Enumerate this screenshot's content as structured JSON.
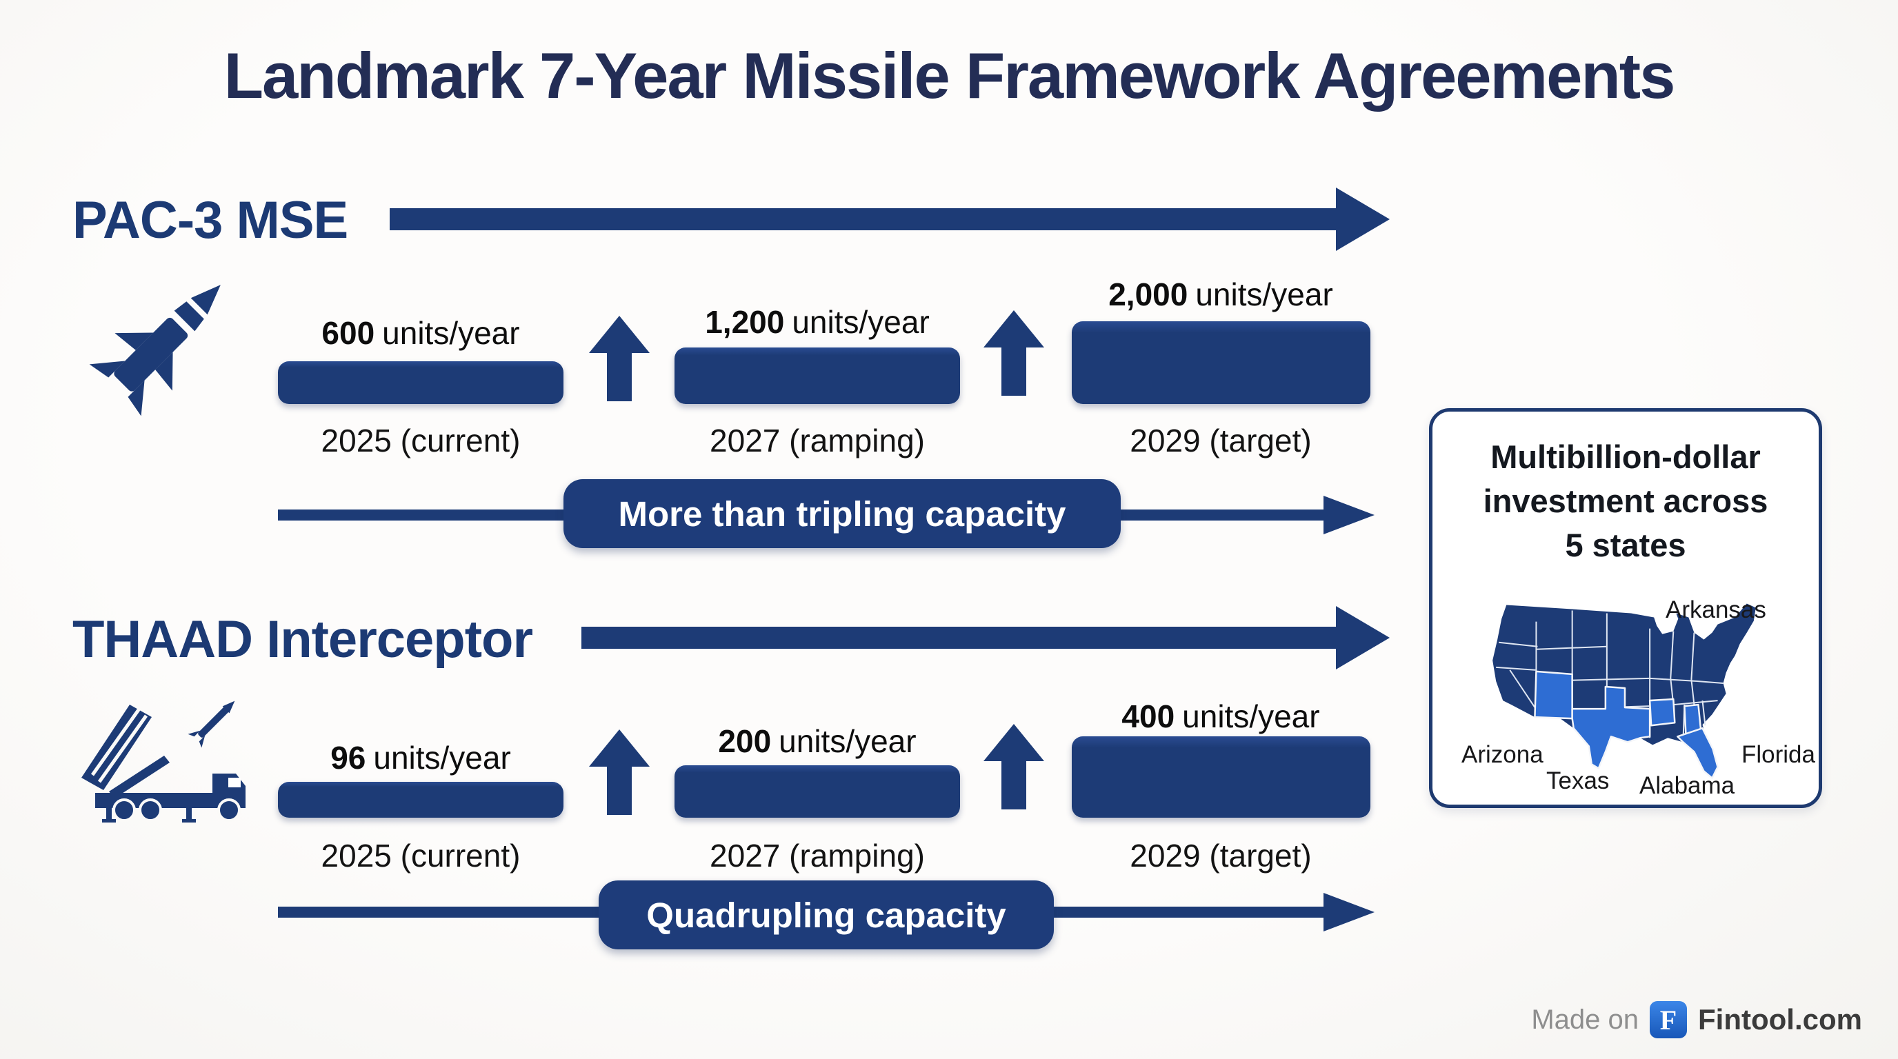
{
  "title": "Landmark 7-Year Missile Framework Agreements",
  "sections": [
    {
      "label": "PAC-3 MSE",
      "banner": "More than tripling capacity",
      "stages": [
        {
          "amount": "600",
          "unit": "units/year",
          "year": "2025 (current)"
        },
        {
          "amount": "1,200",
          "unit": "units/year",
          "year": "2027 (ramping)"
        },
        {
          "amount": "2,000",
          "unit": "units/year",
          "year": "2029 (target)"
        }
      ]
    },
    {
      "label": "THAAD Interceptor",
      "banner": "Quadrupling capacity",
      "stages": [
        {
          "amount": "96",
          "unit": "units/year",
          "year": "2025 (current)"
        },
        {
          "amount": "200",
          "unit": "units/year",
          "year": "2027 (ramping)"
        },
        {
          "amount": "400",
          "unit": "units/year",
          "year": "2029 (target)"
        }
      ]
    }
  ],
  "sidebar": {
    "title": "Multibillion-dollar investment across 5 states",
    "title_lines": [
      "Multibillion-dollar",
      "investment across",
      "5 states"
    ],
    "state_labels": [
      "Arkansas",
      "Arizona",
      "Texas",
      "Alabama",
      "Florida"
    ]
  },
  "footer": {
    "made_on": "Made on",
    "logo_letter": "F",
    "brand": "Fintool.com"
  },
  "colors": {
    "navy": "#1d3b76",
    "banner_navy": "#1e3c7a",
    "title_navy": "#232d55",
    "map_highlight_blue": "#2e6dd3",
    "card_border_navy": "#1e3a70",
    "footer_logo_blue": "#1f63c8"
  },
  "chart_data": [
    {
      "type": "bar",
      "title": "PAC-3 MSE annual production capacity",
      "categories": [
        "2025 (current)",
        "2027 (ramping)",
        "2029 (target)"
      ],
      "values": [
        600,
        1200,
        2000
      ],
      "ylabel": "units/year",
      "annotation": "More than tripling capacity"
    },
    {
      "type": "bar",
      "title": "THAAD Interceptor annual production capacity",
      "categories": [
        "2025 (current)",
        "2027 (ramping)",
        "2029 (target)"
      ],
      "values": [
        96,
        200,
        400
      ],
      "ylabel": "units/year",
      "annotation": "Quadrupling capacity"
    }
  ]
}
